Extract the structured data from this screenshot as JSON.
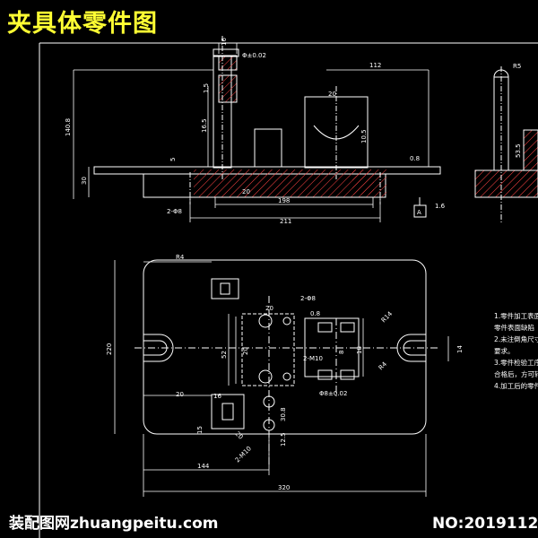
{
  "drawing": {
    "title": "夹具体零件图",
    "notes": [
      "1.零件加工表面",
      "零件表面缺陷",
      "2.未注倒角尺寸",
      "要求。",
      "3.零件检验工序",
      "合格后，方可转",
      "4.加工后的零件"
    ]
  },
  "dimensions": {
    "d1": "Φ±0.02",
    "d2": "16",
    "d3": "1.5",
    "d4": "16.5",
    "d5": "5",
    "d6": "112",
    "d7": "20",
    "d8": "140.8",
    "d9": "10.5",
    "d10": "30",
    "d11": "20",
    "d12": "2-Φ8",
    "d13": "198",
    "d14": "211",
    "d15": "0.8",
    "d16": "A",
    "d17": "1.6",
    "d18": "R5",
    "d19": "53.5",
    "d20": "R4",
    "d21": "220",
    "d22": "20",
    "d23": "2-Φ8",
    "d24": "0.8",
    "d25": "R14",
    "d26": "14",
    "d27": "52",
    "d28": "20",
    "d29": "18",
    "d30": "2-M10",
    "d31": "R4",
    "d32": "8",
    "d33": "Φ8±0.02",
    "d34": "20",
    "d35": "16",
    "d36": "15",
    "d37": "20",
    "d38": "2-M10",
    "d39": "30.8",
    "d40": "12.5",
    "d41": "144",
    "d42": "320"
  },
  "footer": {
    "watermark": "装配图网zhuangpeitu.com",
    "number": "NO:2019112"
  }
}
